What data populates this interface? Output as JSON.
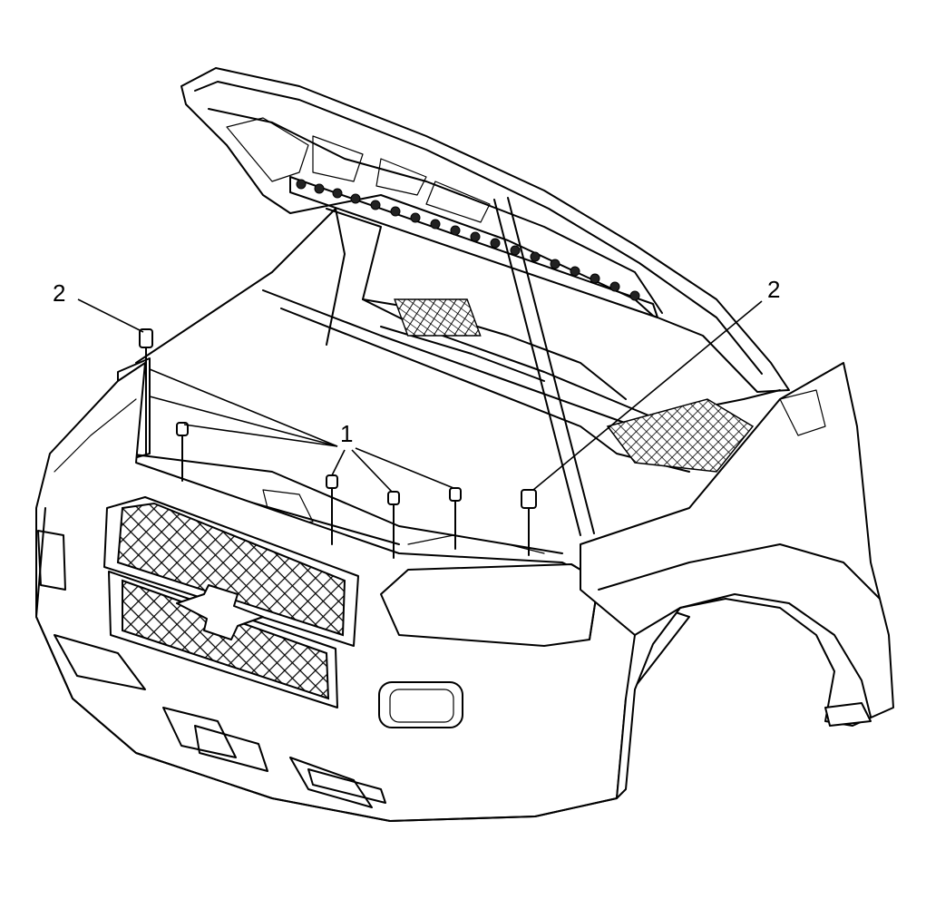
{
  "callouts": {
    "fastener_1": "1",
    "fastener_2_left": "2",
    "fastener_2_right": "2"
  },
  "colors": {
    "line": "#000000",
    "background": "#ffffff"
  }
}
